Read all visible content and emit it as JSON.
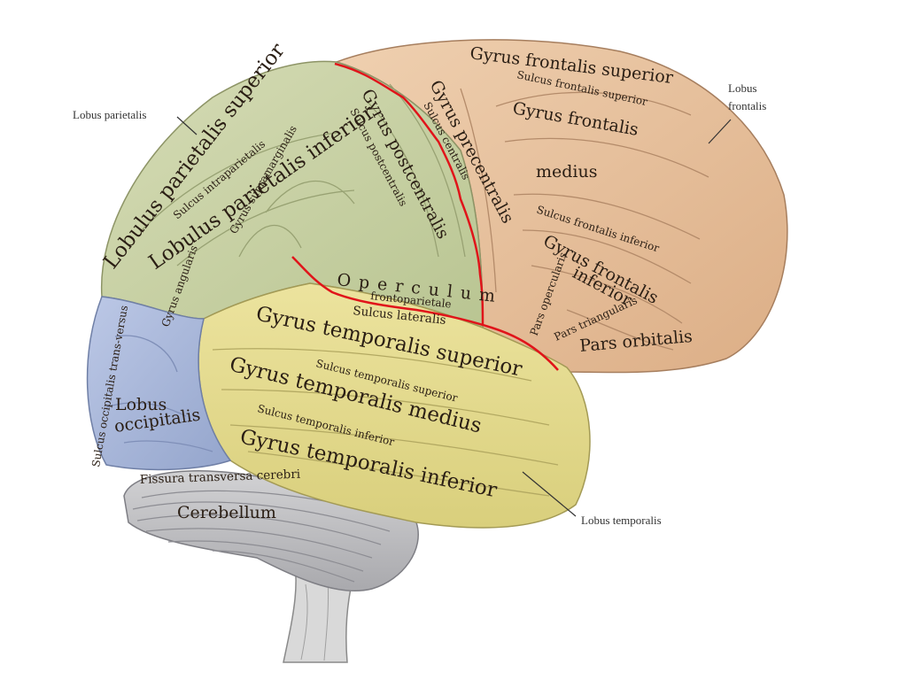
{
  "lobus_parietalis": "Lobus parietalis",
  "lobus_frontalis_line1": "Lobus",
  "lobus_frontalis_line2": "frontalis",
  "lobus_temporalis": "Lobus temporalis",
  "lobus_occipitalis_line1": "Lobus",
  "lobus_occipitalis_line2": "occipitalis",
  "gyrus_frontalis_superior": "Gyrus frontalis superior",
  "sulcus_frontalis_superior": "Sulcus frontalis superior",
  "gyrus_frontalis_medius_line1": "Gyrus frontalis",
  "gyrus_frontalis_medius_line2": "medius",
  "sulcus_frontalis_inferior": "Sulcus frontalis inferior",
  "gyrus_frontalis_inferior_line1": "Gyrus frontalis",
  "gyrus_frontalis_inferior_line2": "inferior",
  "pars_opercularis": "Pars opercularis",
  "pars_triangularis": "Pars triangularis",
  "pars_orbitalis": "Pars orbitalis",
  "gyrus_precentralis": "Gyrus precentralis",
  "sulcus_centralis": "Sulcus centralis",
  "gyrus_postcentralis": "Gyrus postcentralis",
  "sulcus_postcentralis": "Sulcus postcentralis",
  "lobulus_parietalis_superior": "Lobulus parietalis superior",
  "sulcus_intraparietalis": "Sulcus intraparietalis",
  "lobulus_parietalis_inferior": "Lobulus parietalis inferior",
  "gyrus_supramarginalis": "Gyrus supramarginalis",
  "gyrus_angularis": "Gyrus angularis",
  "operculum": "Operculum",
  "frontoparietale": "frontoparietale",
  "sulcus_lateralis": "Sulcus lateralis",
  "gyrus_temporalis_superior": "Gyrus temporalis superior",
  "sulcus_temporalis_superior": "Sulcus temporalis superior",
  "gyrus_temporalis_medius": "Gyrus temporalis medius",
  "sulcus_temporalis_inferior": "Sulcus temporalis inferior",
  "gyrus_temporalis_inferior": "Gyrus temporalis inferior",
  "sulcus_occipitalis_transversus": "Sulcus occipitalis trans-versus",
  "fissura_transversa_cerebri": "Fissura transversa cerebri",
  "cerebellum": "Cerebellum",
  "colors": {
    "frontal": "#e8c3a0",
    "parietal": "#c9d3a6",
    "temporal": "#e3da8f",
    "occipital": "#a8b6d8",
    "cerebellum": "#c7c7c9",
    "stem": "#d8d8d8",
    "highlight_line": "#e0141a"
  }
}
